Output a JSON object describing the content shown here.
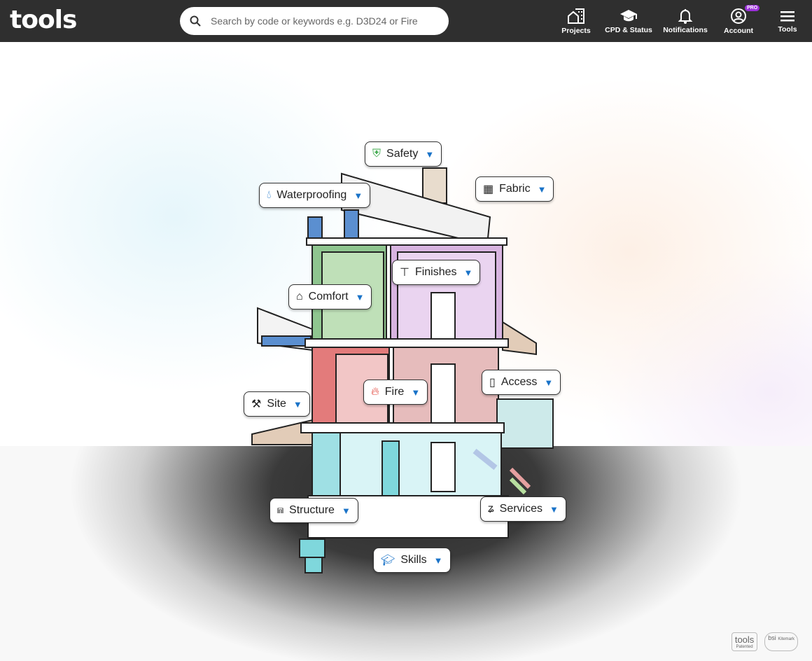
{
  "header": {
    "logo": "tools",
    "search_placeholder": "Search by code or keywords e.g. D3D24 or Fire",
    "nav": [
      {
        "label": "Projects",
        "icon": "buildings-icon"
      },
      {
        "label": "CPD & Status",
        "icon": "graduation-cap-icon"
      },
      {
        "label": "Notifications",
        "icon": "bell-icon"
      },
      {
        "label": "Account",
        "icon": "user-circle-icon",
        "badge": "PRO"
      },
      {
        "label": "Tools",
        "icon": "hamburger-icon"
      }
    ]
  },
  "categories": [
    {
      "label": "Safety",
      "icon": "shield-icon"
    },
    {
      "label": "Waterproofing",
      "icon": "droplet-icon"
    },
    {
      "label": "Fabric",
      "icon": "bricks-icon"
    },
    {
      "label": "Finishes",
      "icon": "paint-roller-icon"
    },
    {
      "label": "Comfort",
      "icon": "home-thermostat-icon"
    },
    {
      "label": "Access",
      "icon": "door-icon"
    },
    {
      "label": "Fire",
      "icon": "flame-icon"
    },
    {
      "label": "Site",
      "icon": "crane-icon"
    },
    {
      "label": "Structure",
      "icon": "bridge-icon"
    },
    {
      "label": "Services",
      "icon": "pipe-icon"
    },
    {
      "label": "Skills",
      "icon": "graduation-cap-icon"
    }
  ],
  "footer": {
    "tools_badge": "tools",
    "tools_badge_sub": "Patented",
    "bsi": "bsi",
    "bsi_sub": "Kitemark"
  }
}
